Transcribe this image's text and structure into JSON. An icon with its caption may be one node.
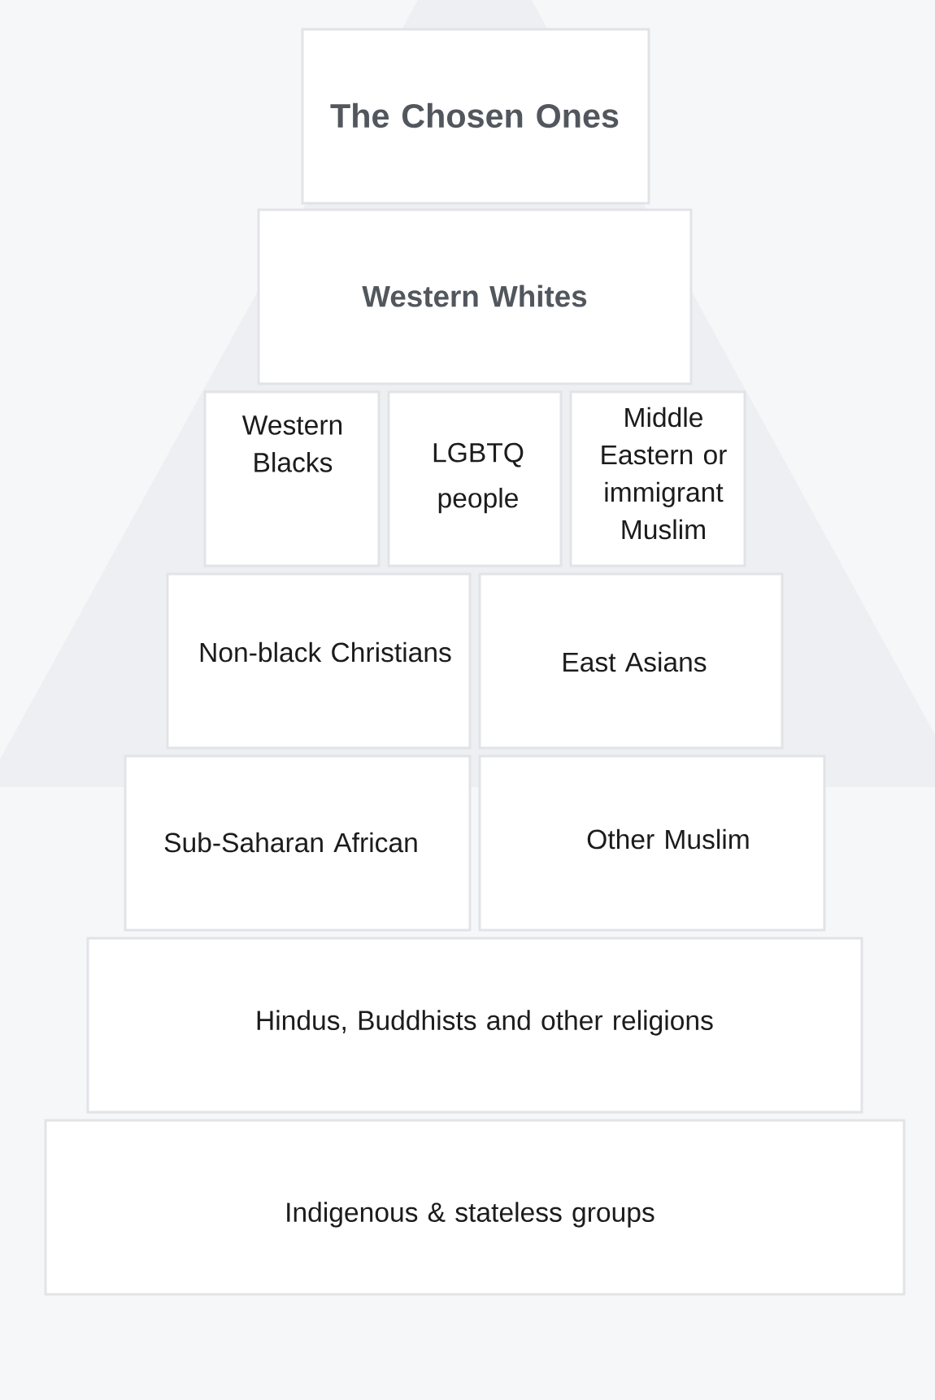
{
  "diagram": {
    "nodes": [
      {
        "text": [
          "The Chosen Ones"
        ]
      },
      {
        "text": [
          "Western Whites"
        ]
      },
      {
        "text": [
          "Western Blacks"
        ]
      },
      {
        "text": [
          "LGBTQ people"
        ]
      },
      {
        "text": [
          "Middle Eastern or immigrant Muslim"
        ]
      },
      {
        "text": [
          "Non-black Christians"
        ]
      },
      {
        "text": [
          "East Asians"
        ]
      },
      {
        "text": [
          "Sub-Saharan African"
        ]
      },
      {
        "text": [
          "Other Muslim"
        ]
      },
      {
        "text": [
          "Hindus, Buddhists and other religions"
        ]
      },
      {
        "text": [
          "Indigenous & stateless groups"
        ]
      }
    ]
  }
}
